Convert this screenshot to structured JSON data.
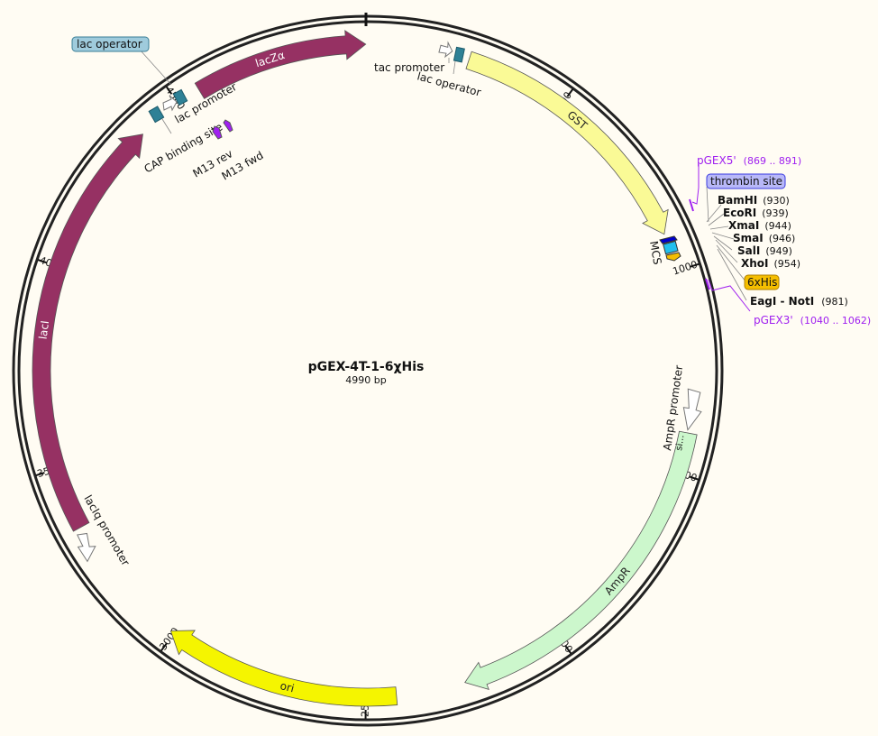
{
  "plasmid": {
    "name": "pGEX-4T-1-6χHis",
    "length_label": "4990 bp",
    "length": 4990
  },
  "colors": {
    "backbone": "#222222",
    "lacZa": "#963163",
    "lacI": "#963163",
    "GST": "#fafa96",
    "ori": "#f5f500",
    "AmpR": "#ccf7cc",
    "operator": "#2e8196",
    "primer": "#a020f0",
    "tag": "#f5be00",
    "thrombin": "#0000cc",
    "mcs": "#22c0ee"
  },
  "ticks": [
    "500",
    "1000",
    "1500",
    "2000",
    "2500",
    "3000",
    "3500",
    "4000",
    "4500"
  ],
  "features": [
    {
      "name": "lacZα",
      "start": 4560,
      "end": 4985,
      "color": "#963163",
      "label_color": "#ffffff"
    },
    {
      "name": "GST",
      "start": 250,
      "end": 905,
      "color": "#fafa96",
      "label_color": "#222222"
    },
    {
      "name": "AmpR",
      "start": 1400,
      "end": 2255,
      "color": "#ccf7cc",
      "label_color": "#222222"
    },
    {
      "name": "ori",
      "start": 2425,
      "end": 3010,
      "color": "#f5f500",
      "label_color": "#222222"
    },
    {
      "name": "lacI",
      "start": 3346,
      "end": 4386,
      "color": "#963163",
      "label_color": "#ffffff"
    }
  ],
  "labels": {
    "lac_operator_top": "lac operator",
    "lac_promoter": "lac promoter",
    "cap_site": "CAP binding site",
    "m13_rev": "M13 rev",
    "m13_fwd": "M13 fwd",
    "tac_promoter": "tac promoter",
    "lac_operator": "lac operator",
    "mcs": "MCS",
    "ampr_promoter": "AmpR promoter",
    "signal": "si...",
    "laciq_promoter": "lacIq promoter",
    "thrombin": "thrombin site",
    "his": "6xHis"
  },
  "primers": [
    {
      "name": "pGEX5'",
      "range": "(869 .. 891)"
    },
    {
      "name": "pGEX3'",
      "range": "(1040 .. 1062)"
    }
  ],
  "sites": [
    {
      "name": "BamHI",
      "pos": "(930)"
    },
    {
      "name": "EcoRI",
      "pos": "(939)"
    },
    {
      "name": "XmaI",
      "pos": "(944)"
    },
    {
      "name": "SmaI",
      "pos": "(946)"
    },
    {
      "name": "SalI",
      "pos": "(949)"
    },
    {
      "name": "XhoI",
      "pos": "(954)"
    },
    {
      "name": "EagI - NotI",
      "pos": "(981)"
    }
  ]
}
